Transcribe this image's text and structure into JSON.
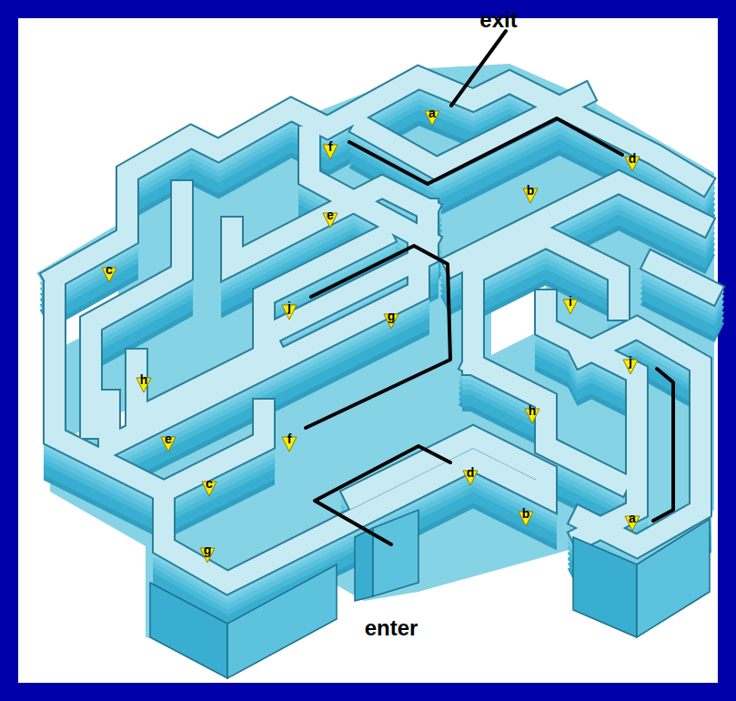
{
  "diagram": {
    "labels": [
      "exit",
      "a",
      "f",
      "d",
      "b",
      "e",
      "c",
      "j",
      "g",
      "i",
      "j",
      "h",
      "h",
      "e",
      "f",
      "d",
      "c",
      "b",
      "a",
      "g",
      "enter"
    ]
  }
}
